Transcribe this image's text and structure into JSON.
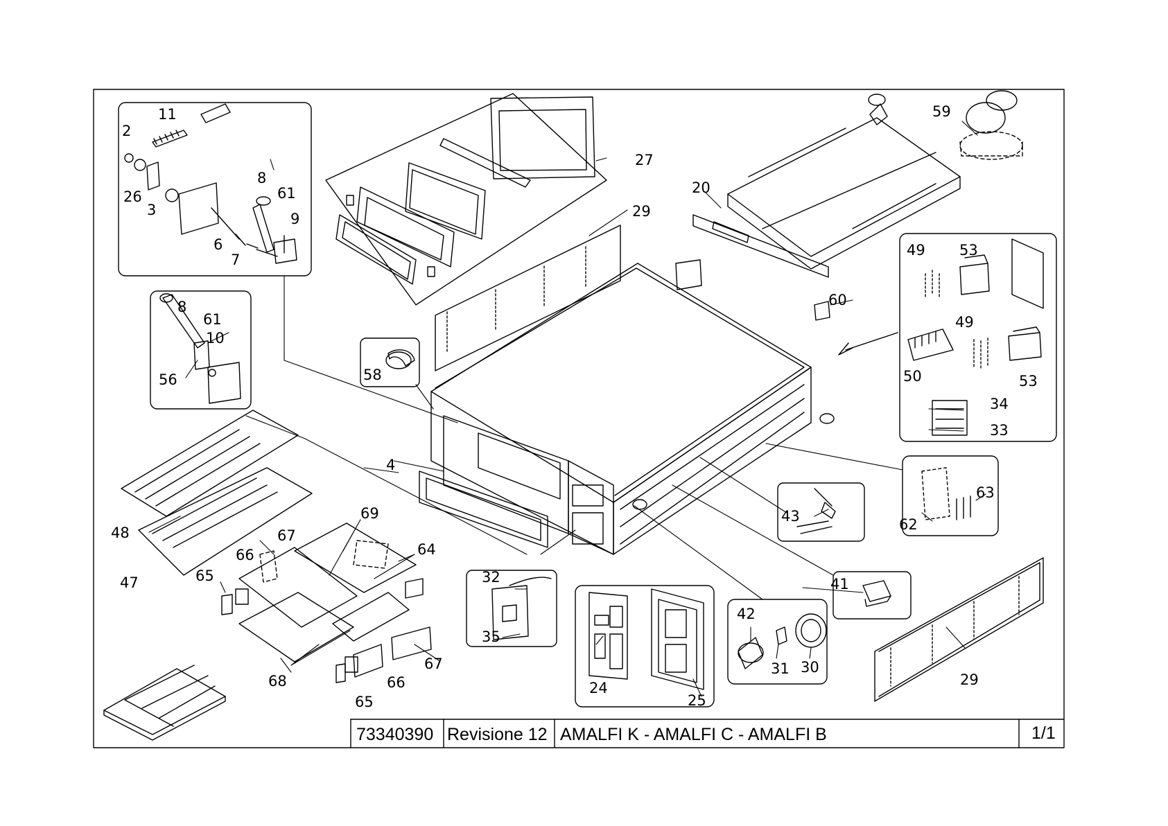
{
  "title_block": {
    "code": "73340390",
    "revision": "Revisione 12",
    "models": "AMALFI K - AMALFI C - AMALFI B",
    "sheet": "1/1"
  },
  "callouts": {
    "c2": "2",
    "c3": "3",
    "c4": "4",
    "c6": "6",
    "c7": "7",
    "c8a": "8",
    "c8b": "8",
    "c9": "9",
    "c10": "10",
    "c11": "11",
    "c20": "20",
    "c24": "24",
    "c25": "25",
    "c26": "26",
    "c27": "27",
    "c29a": "29",
    "c29b": "29",
    "c30": "30",
    "c31": "31",
    "c32": "32",
    "c33": "33",
    "c34": "34",
    "c35": "35",
    "c41": "41",
    "c42": "42",
    "c43": "43",
    "c47": "47",
    "c48": "48",
    "c49a": "49",
    "c49b": "49",
    "c50": "50",
    "c53a": "53",
    "c53b": "53",
    "c56": "56",
    "c58": "58",
    "c59": "59",
    "c60": "60",
    "c61a": "61",
    "c61b": "61",
    "c62": "62",
    "c63": "63",
    "c64": "64",
    "c65a": "65",
    "c65b": "65",
    "c66a": "66",
    "c66b": "66",
    "c67a": "67",
    "c67b": "67",
    "c68": "68",
    "c69": "69"
  }
}
